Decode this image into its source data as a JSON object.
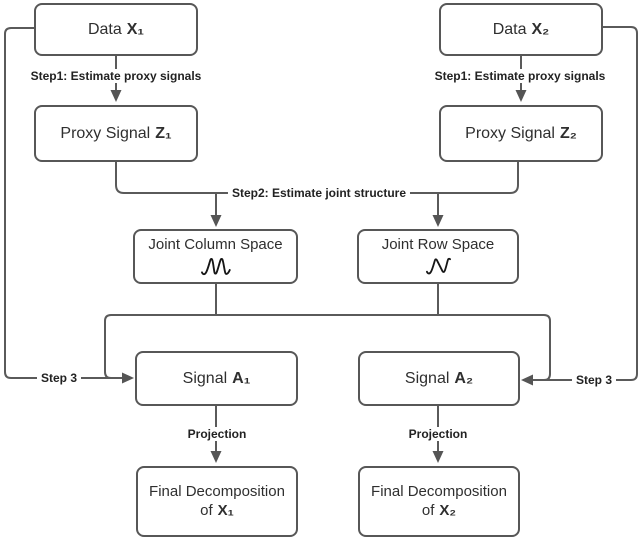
{
  "colors": {
    "background": "#ffffff",
    "box_border": "#575757",
    "connector": "#5a5a5a",
    "arrowhead": "#555555",
    "box_text": "#2f2f2f",
    "label_text": "#222222",
    "symbol_ink": "#161616"
  },
  "labels": {
    "step1_left": "Step1: Estimate proxy signals",
    "step1_right": "Step1: Estimate proxy signals",
    "step2": "Step2: Estimate joint structure",
    "step3_left": "Step 3",
    "step3_right": "Step 3",
    "projection_left": "Projection",
    "projection_right": "Projection"
  },
  "boxes": {
    "data_x1": {
      "text": "Data",
      "var": "X₁"
    },
    "data_x2": {
      "text": "Data",
      "var": "X₂"
    },
    "proxy_z1": {
      "text": "Proxy Signal",
      "var": "Z₁"
    },
    "proxy_z2": {
      "text": "Proxy Signal",
      "var": "Z₂"
    },
    "joint_column": {
      "line1": "Joint Column Space",
      "symbol": "ℳ",
      "symbol_name": "script-capital-m"
    },
    "joint_row": {
      "line1": "Joint Row Space",
      "symbol": "𝒩",
      "symbol_name": "script-capital-n"
    },
    "signal_a1": {
      "text": "Signal",
      "var": "A₁"
    },
    "signal_a2": {
      "text": "Signal",
      "var": "A₂"
    },
    "final_x1": {
      "line1": "Final Decomposition",
      "line2_text": "of",
      "line2_var": "X₁"
    },
    "final_x2": {
      "line1": "Final Decomposition",
      "line2_text": "of",
      "line2_var": "X₂"
    }
  }
}
